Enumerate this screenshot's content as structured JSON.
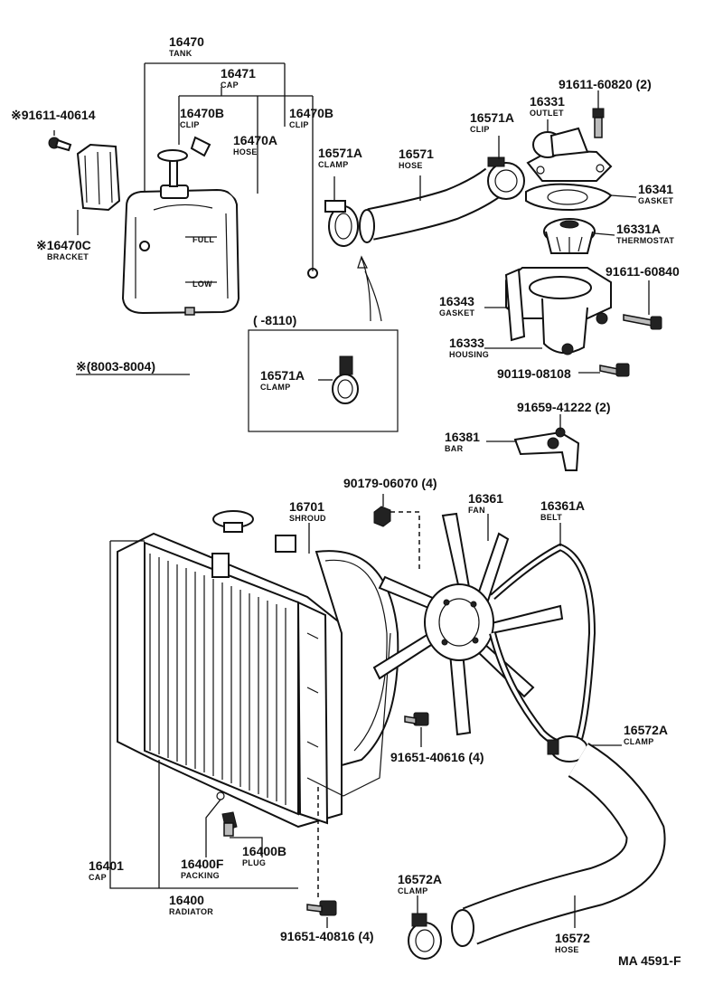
{
  "labels": {
    "p16470": {
      "num": "16470",
      "name": "TANK"
    },
    "p16471": {
      "num": "16471",
      "name": "CAP"
    },
    "p16470b_l": {
      "num": "16470B",
      "name": "CLIP"
    },
    "p16470b_r": {
      "num": "16470B",
      "name": "CLIP"
    },
    "p16470a": {
      "num": "16470A",
      "name": "HOSE"
    },
    "p91611_40614": {
      "num": "※91611-40614"
    },
    "p16470c": {
      "num": "※16470C",
      "name": "BRACKET"
    },
    "p16571a_clamp": {
      "num": "16571A",
      "name": "CLAMP"
    },
    "p16571": {
      "num": "16571",
      "name": "HOSE"
    },
    "p16571a_clip": {
      "num": "16571A",
      "name": "CLIP"
    },
    "p16331": {
      "num": "16331",
      "name": "OUTLET"
    },
    "p91611_60820": {
      "num": "91611-60820 (2)"
    },
    "p16341": {
      "num": "16341",
      "name": "GASKET"
    },
    "p16331a": {
      "num": "16331A",
      "name": "THERMOSTAT"
    },
    "p91611_60840": {
      "num": "91611-60840"
    },
    "p16343": {
      "num": "16343",
      "name": "GASKET"
    },
    "p16333": {
      "num": "16333",
      "name": "HOUSING"
    },
    "p90119_08108": {
      "num": "90119-08108"
    },
    "p91659_41222": {
      "num": "91659-41222 (2)"
    },
    "p16381": {
      "num": "16381",
      "name": "BAR"
    },
    "inset_range": {
      "num": "(      -8110)"
    },
    "inset_16571a": {
      "num": "16571A",
      "name": "CLAMP"
    },
    "note_range": {
      "num": "※(8003-8004)"
    },
    "p90179_06070": {
      "num": "90179-06070 (4)"
    },
    "p16701": {
      "num": "16701",
      "name": "SHROUD"
    },
    "p16361": {
      "num": "16361",
      "name": "FAN"
    },
    "p16361a": {
      "num": "16361A",
      "name": "BELT"
    },
    "p91651_40616": {
      "num": "91651-40616 (4)"
    },
    "p16572a_r": {
      "num": "16572A",
      "name": "CLAMP"
    },
    "p16401": {
      "num": "16401",
      "name": "CAP"
    },
    "p16400f": {
      "num": "16400F",
      "name": "PACKING"
    },
    "p16400b": {
      "num": "16400B",
      "name": "PLUG"
    },
    "p16400": {
      "num": "16400",
      "name": "RADIATOR"
    },
    "p16572a_l": {
      "num": "16572A",
      "name": "CLAMP"
    },
    "p16572": {
      "num": "16572",
      "name": "HOSE"
    },
    "p91651_40816": {
      "num": "91651-40816 (4)"
    },
    "figure_id": {
      "num": "MA 4591-F"
    }
  }
}
